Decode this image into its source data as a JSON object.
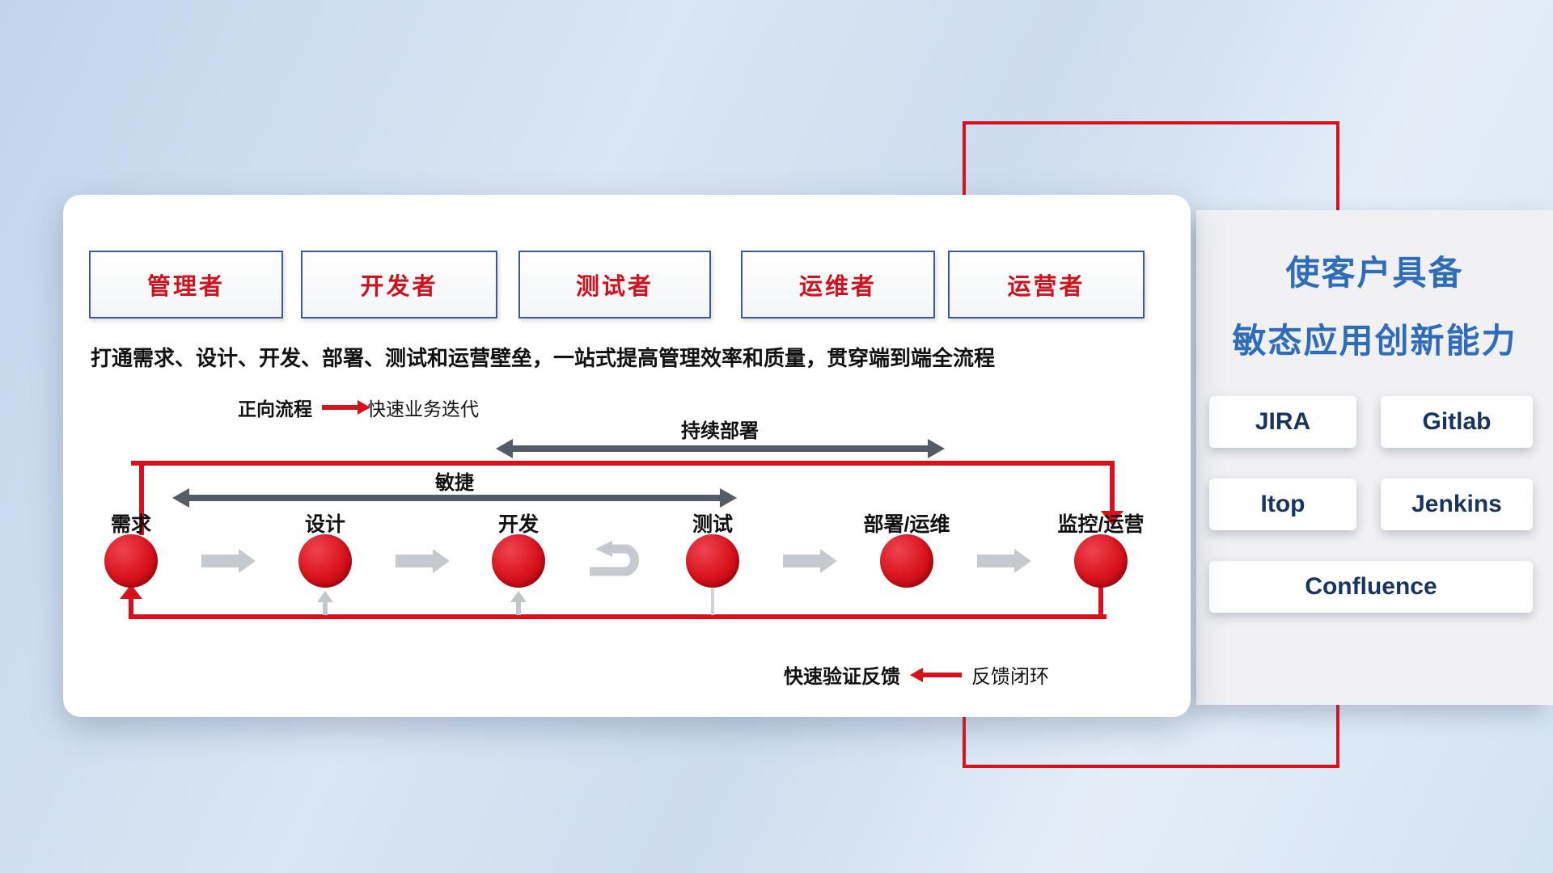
{
  "roles": [
    {
      "label": "管理者"
    },
    {
      "label": "开发者"
    },
    {
      "label": "测试者"
    },
    {
      "label": "运维者"
    },
    {
      "label": "运营者"
    }
  ],
  "subtitle": "打通需求、设计、开发、部署、测试和运营壁垒，一站式提高管理效率和质量，贯穿端到端全流程",
  "legend_forward": {
    "label": "正向流程",
    "value": "快速业务迭代"
  },
  "span_arrows": {
    "continuous_deploy": "持续部署",
    "agile": "敏捷"
  },
  "stages": [
    {
      "label": "需求"
    },
    {
      "label": "设计"
    },
    {
      "label": "开发"
    },
    {
      "label": "测试"
    },
    {
      "label": "部署/运维"
    },
    {
      "label": "监控/运营"
    }
  ],
  "legend_feedback": {
    "label": "快速验证反馈",
    "value": "反馈闭环"
  },
  "right_panel": {
    "title_line1": "使客户具备",
    "title_line2": "敏态应用创新能力",
    "tools": [
      {
        "name": "JIRA"
      },
      {
        "name": "Gitlab"
      },
      {
        "name": "Itop"
      },
      {
        "name": "Jenkins"
      },
      {
        "name": "Confluence"
      }
    ]
  },
  "colors": {
    "accent_red": "#d8121c",
    "title_blue": "#2f6db8",
    "tool_text_navy": "#17355e",
    "role_text_red": "#d0121f",
    "dark_arrow": "#555c68",
    "gray_arrow": "#c6cad0"
  }
}
